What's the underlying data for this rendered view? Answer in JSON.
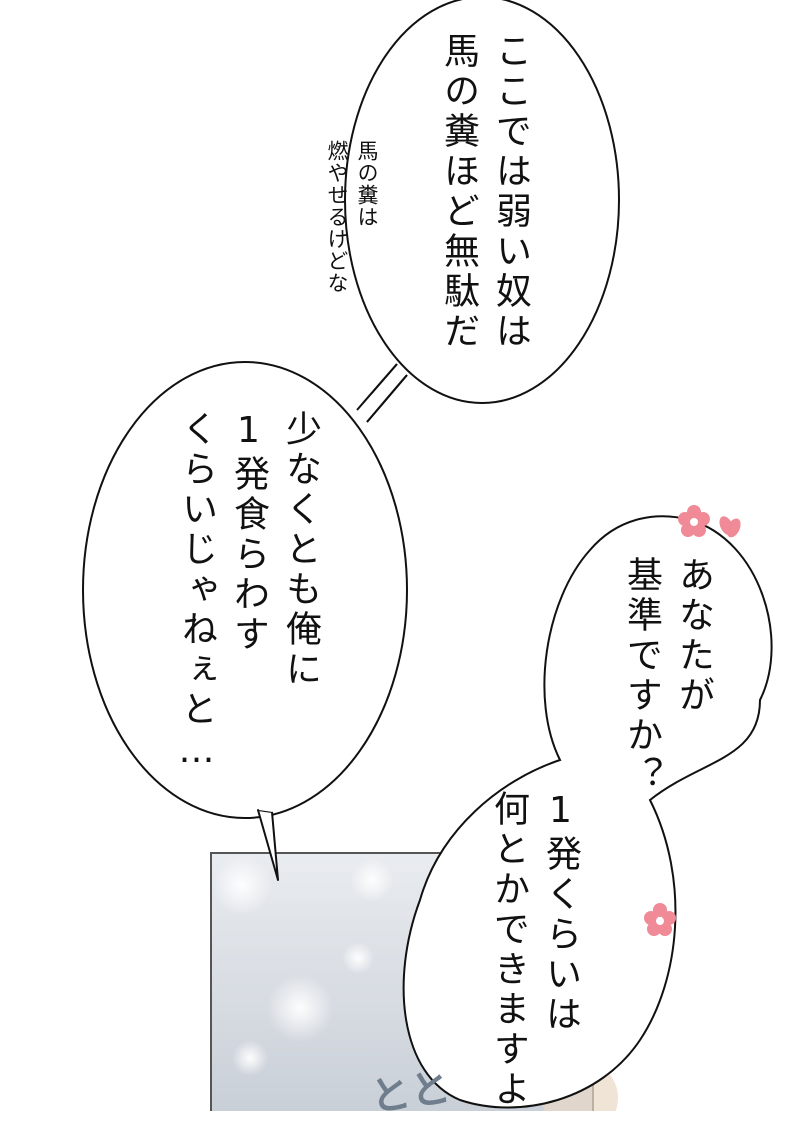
{
  "bubbles": {
    "top_speech": "ここでは弱い奴は\n馬の糞ほど無駄だ",
    "aside": "馬の糞は\n燃やせるけどな",
    "left_speech": "少なくとも俺に\n1発食らわす\nくらいじゃねぇと…",
    "flower_speech": "あなたが\n基準ですか？",
    "bottom_speech": "1発くらいは\n何とかできますよ"
  },
  "sound_effect": "とと",
  "colors": {
    "ink": "#111111",
    "flower": "#f08a96",
    "panel_bg": "#dfe4ea",
    "sfx": "#6f7d8c"
  }
}
